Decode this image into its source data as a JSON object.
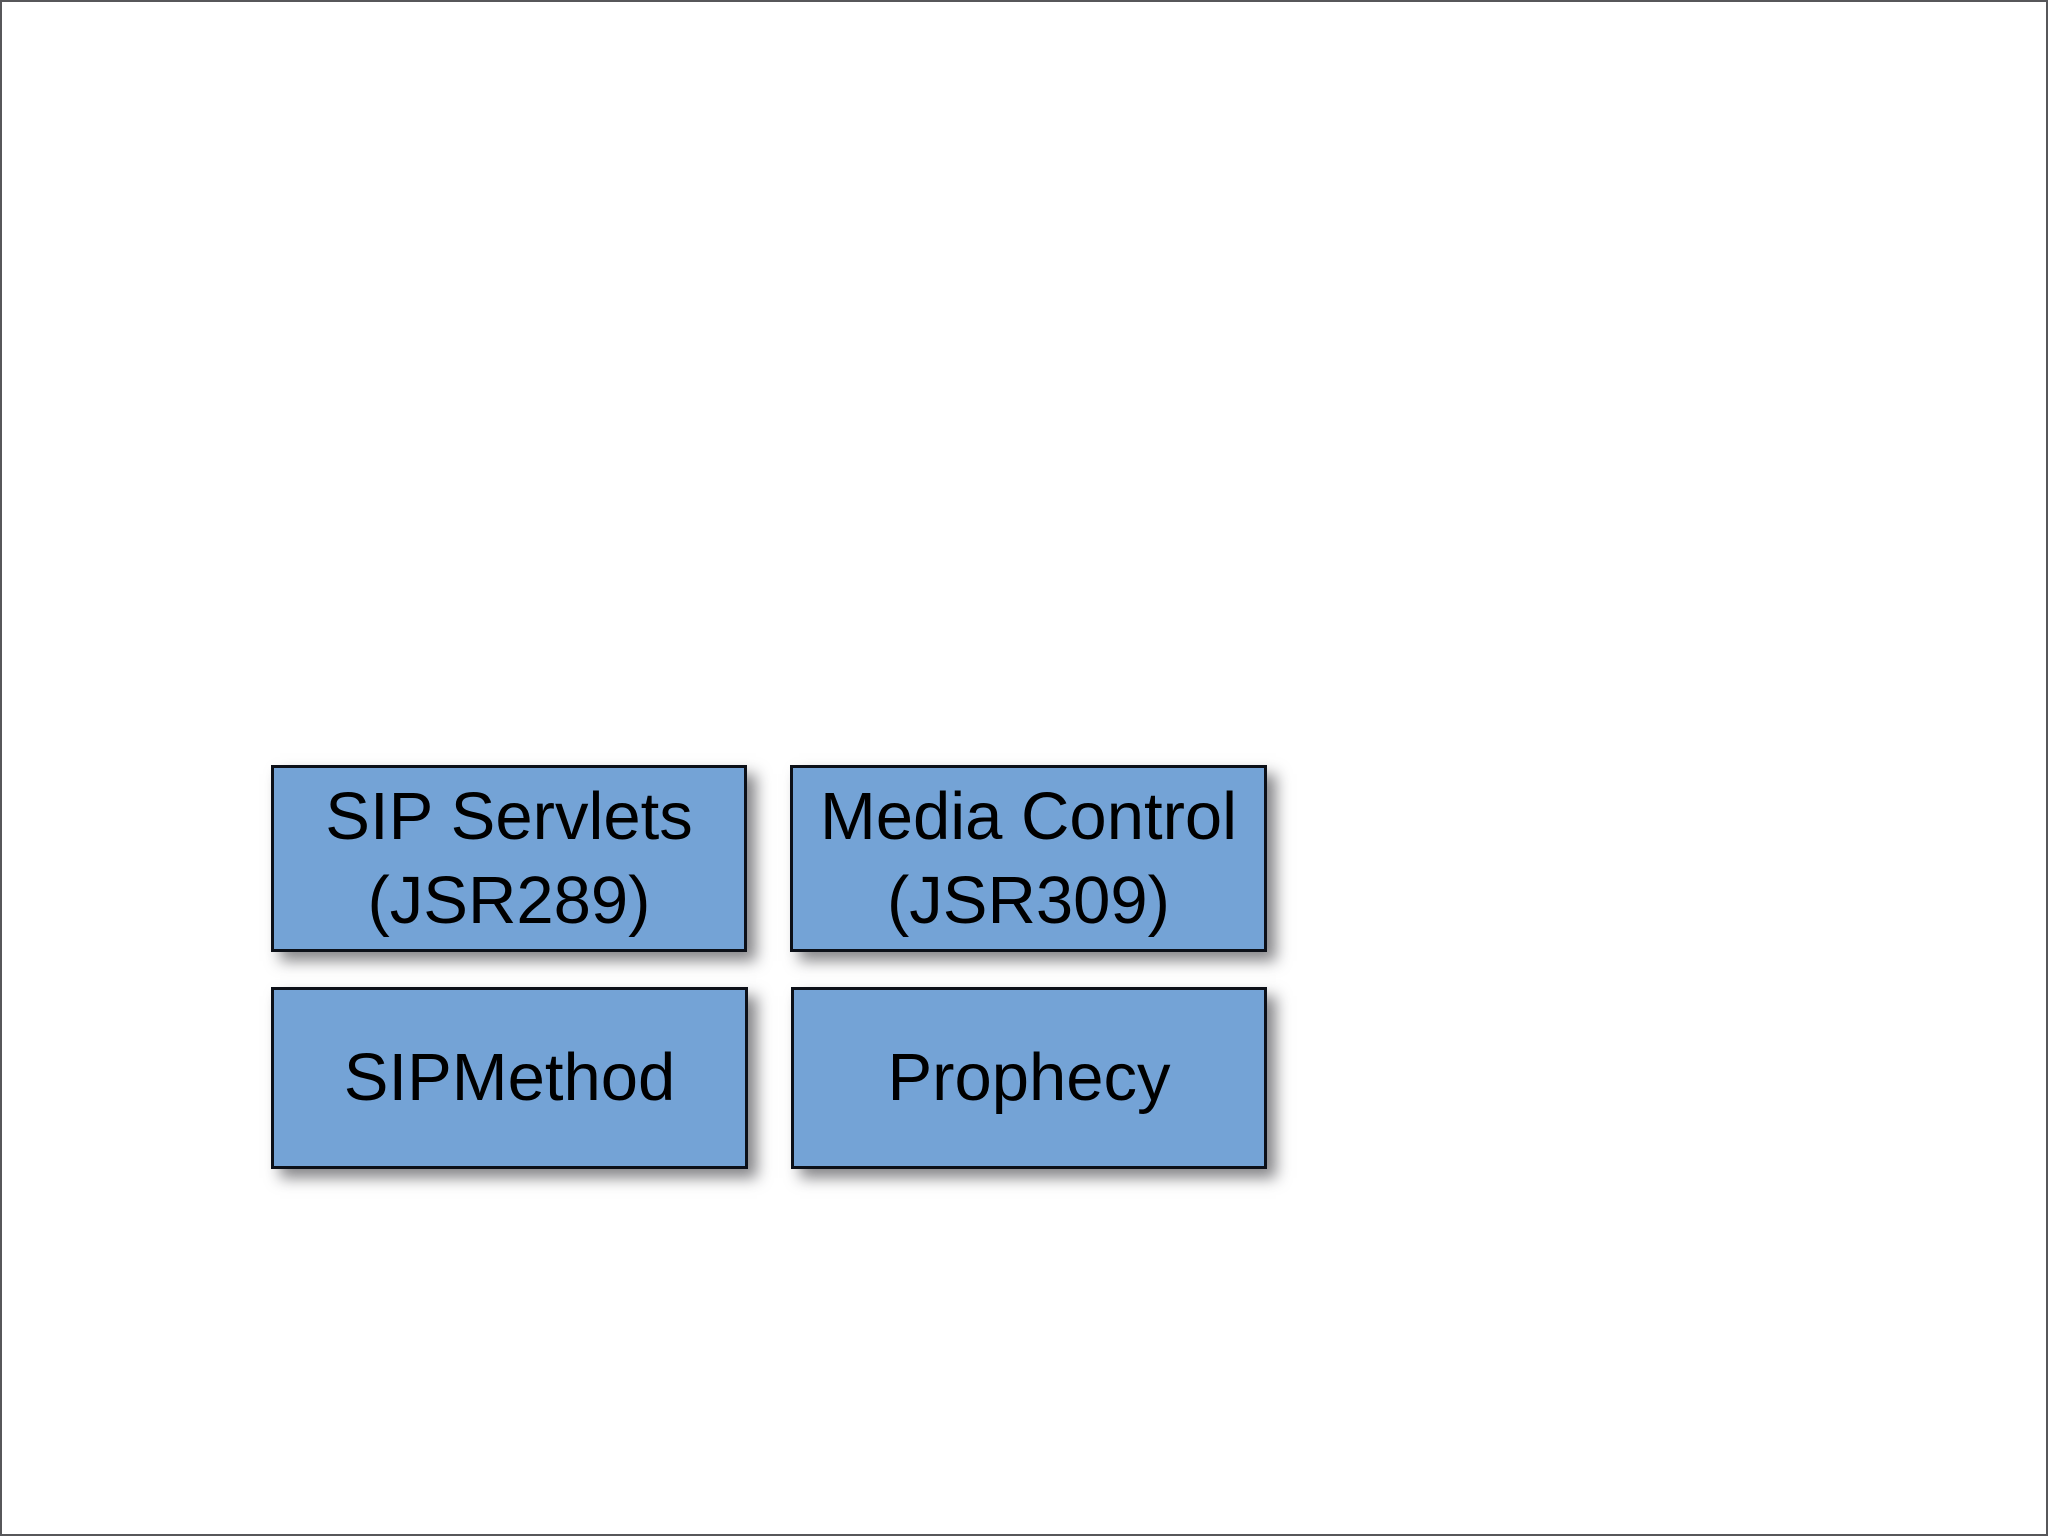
{
  "theme": {
    "page_bg": "#ffffff",
    "frame_border": "#57575a",
    "box_fill": "#74a3d6",
    "box_border": "#0c1018",
    "text_color": "#000000"
  },
  "diagram": {
    "boxes": [
      {
        "id": "sip-servlets",
        "lines": [
          "SIP Servlets",
          "(JSR289)"
        ]
      },
      {
        "id": "media-control",
        "lines": [
          "Media Control",
          "(JSR309)"
        ]
      },
      {
        "id": "sipmethod",
        "lines": [
          "SIPMethod"
        ]
      },
      {
        "id": "prophecy",
        "lines": [
          "Prophecy"
        ]
      }
    ]
  }
}
